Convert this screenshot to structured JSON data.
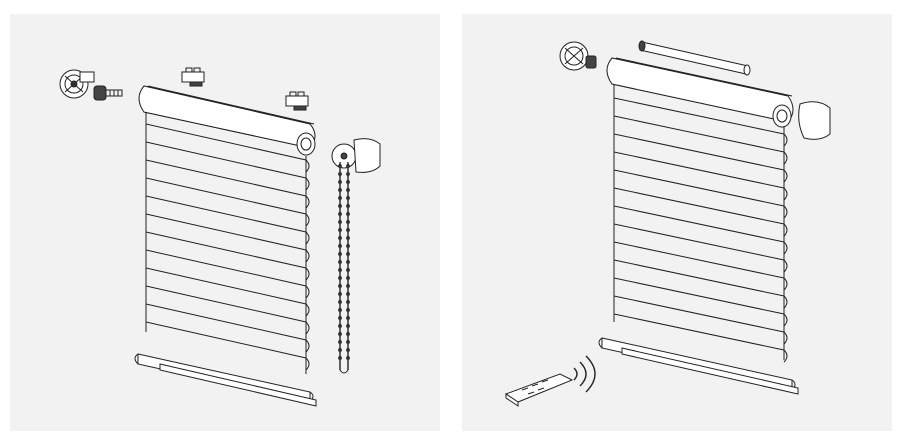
{
  "panels": [
    {
      "id": "manual",
      "slats": 12,
      "control": "chain",
      "icons": [
        "bracket-icon",
        "end-cap-icon",
        "chain-drive-icon",
        "chain-icon",
        "bottom-rail-icon"
      ]
    },
    {
      "id": "motorized",
      "slats": 13,
      "control": "remote",
      "icons": [
        "tubular-motor-icon",
        "end-cap-icon",
        "remote-control-icon",
        "wireless-signal-icon",
        "bottom-rail-icon"
      ]
    }
  ],
  "colors": {
    "panel_bg": "#f2f2f2",
    "line": "#222222",
    "fill": "#ffffff"
  }
}
